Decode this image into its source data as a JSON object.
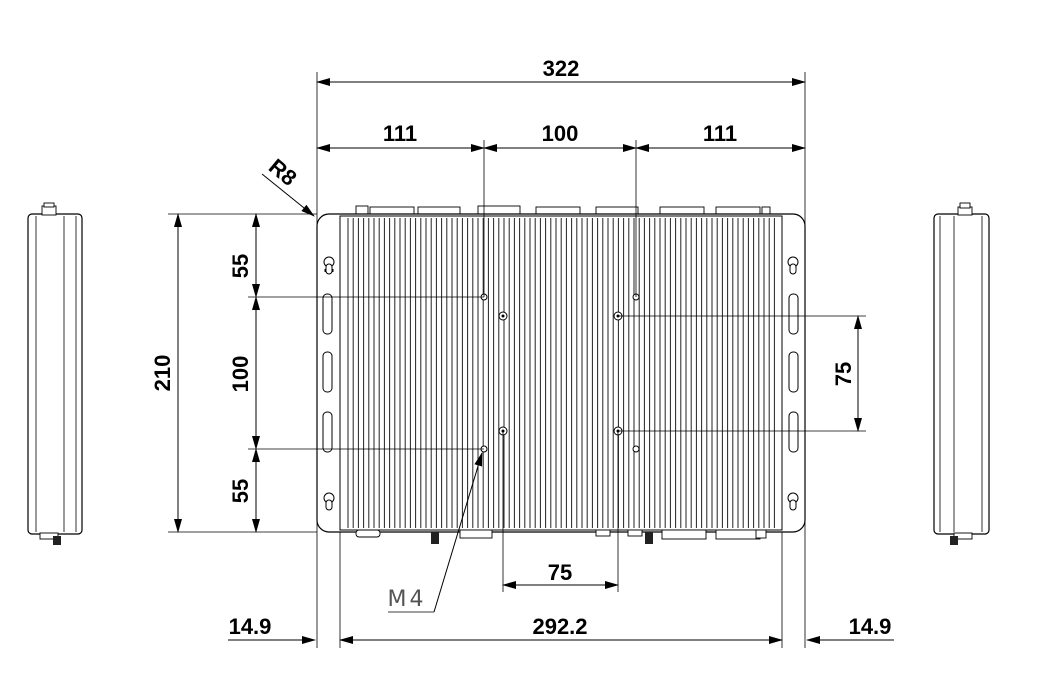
{
  "dimensions": {
    "overall_width": "322",
    "section_left": "111",
    "section_middle": "100",
    "section_right": "111",
    "corner_radius": "R8",
    "overall_height": "210",
    "height_top": "55",
    "height_middle": "100",
    "height_bottom": "55",
    "vesa_vertical": "75",
    "vesa_horizontal": "75",
    "body_width": "292.2",
    "side_left_depth": "14.9",
    "side_right_depth": "14.9"
  },
  "callouts": {
    "thread": "M4"
  }
}
